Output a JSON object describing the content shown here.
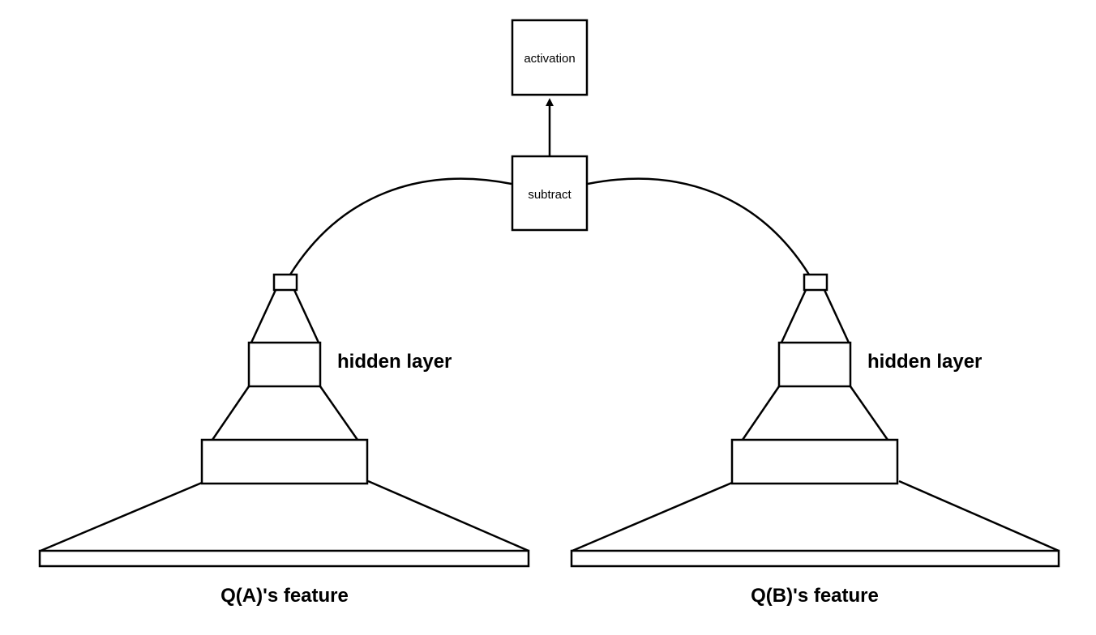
{
  "nodes": {
    "activation": "activation",
    "subtract": "subtract"
  },
  "left_tower": {
    "hidden_label": "hidden layer",
    "feature_label": "Q(A)'s feature"
  },
  "right_tower": {
    "hidden_label": "hidden layer",
    "feature_label": "Q(B)'s feature"
  },
  "colors": {
    "stroke": "#000000",
    "fill": "#ffffff"
  }
}
